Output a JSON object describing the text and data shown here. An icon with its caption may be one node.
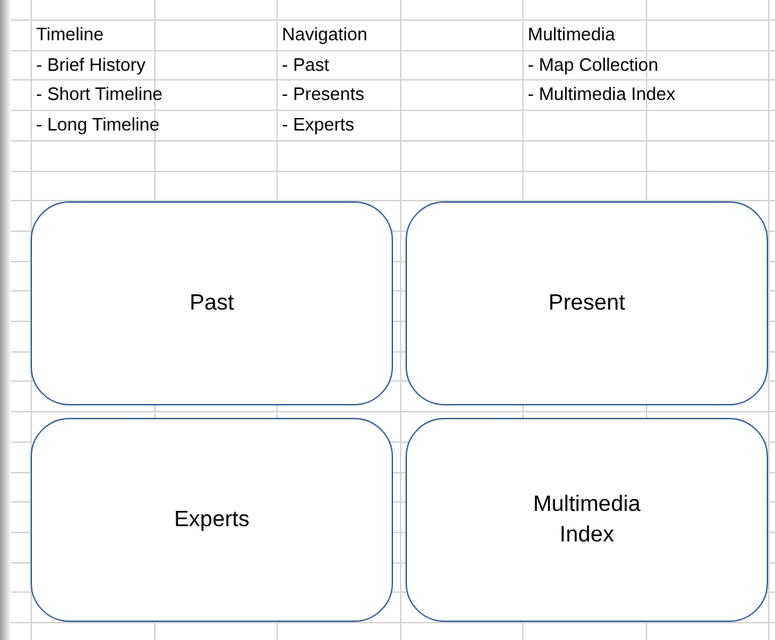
{
  "diagram": {
    "nodes": [
      {
        "text": [
          "Past"
        ]
      },
      {
        "text": [
          "Present"
        ]
      },
      {
        "text": [
          "Experts"
        ]
      },
      {
        "text": [
          "Multimedia Index"
        ]
      }
    ],
    "labels": [
      "Timeline",
      "Navigation",
      "Multimedia",
      "- Brief History",
      "- Past",
      "- Map Collection",
      "- Short Timeline",
      "- Presents",
      "- Multimedia Index",
      "- Long Timeline",
      "- Experts"
    ]
  }
}
